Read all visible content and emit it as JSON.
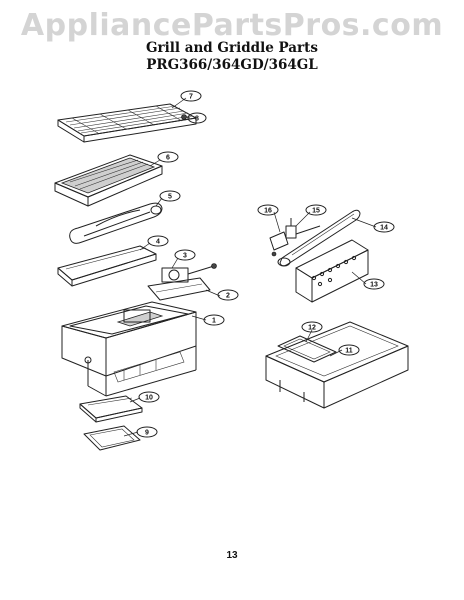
{
  "watermark": "AppliancePartsPros.com",
  "header": {
    "title": "Grill and Griddle Parts",
    "models": "PRG366/364GD/364GL"
  },
  "page_number": "13",
  "callouts": {
    "c1": "1",
    "c2": "2",
    "c3": "3",
    "c4": "4",
    "c5": "5",
    "c6": "6",
    "c7": "7",
    "c8": "8",
    "c9": "9",
    "c10": "10",
    "c11": "11",
    "c12": "12",
    "c13": "13",
    "c14": "14",
    "c15": "15",
    "c16": "16"
  }
}
